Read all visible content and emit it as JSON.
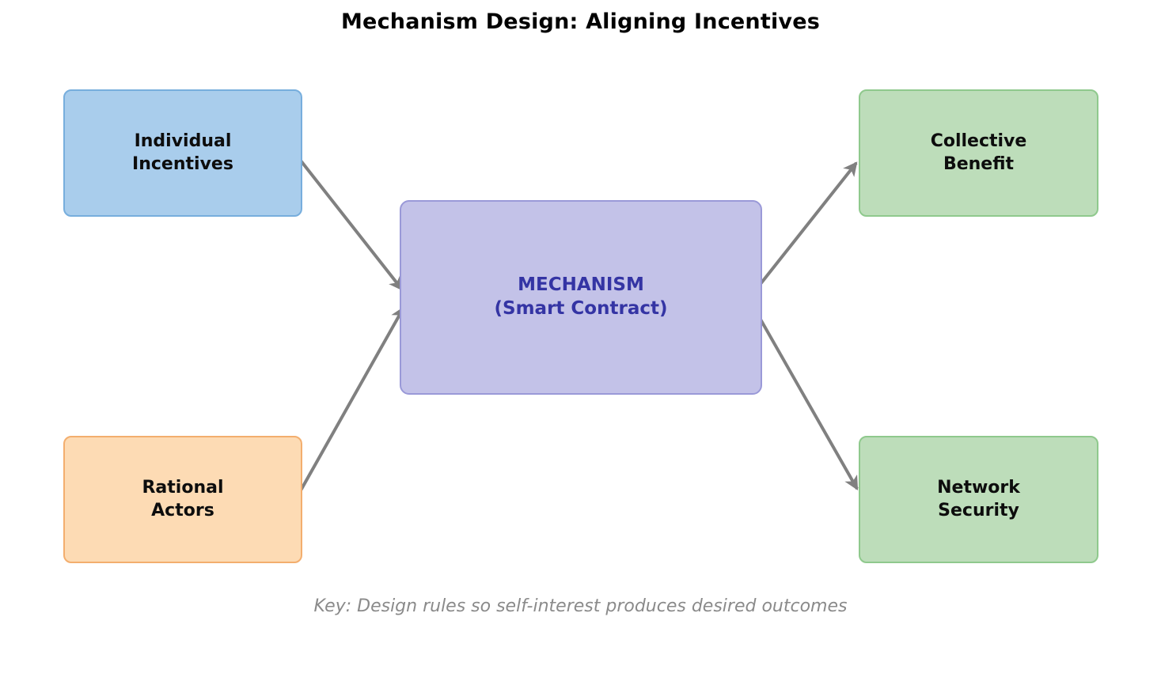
{
  "title": "Mechanism Design: Aligning Incentives",
  "caption": "Key: Design rules so self-interest produces desired outcomes",
  "nodes": {
    "individual": {
      "label": "Individual\nIncentives"
    },
    "rational": {
      "label": "Rational\nActors"
    },
    "mechanism": {
      "label": "MECHANISM\n(Smart Contract)"
    },
    "collective": {
      "label": "Collective\nBenefit"
    },
    "network": {
      "label": "Network\nSecurity"
    }
  },
  "edges": [
    {
      "from": "individual",
      "to": "mechanism"
    },
    {
      "from": "rational",
      "to": "mechanism"
    },
    {
      "from": "mechanism",
      "to": "collective"
    },
    {
      "from": "mechanism",
      "to": "network"
    }
  ],
  "colors": {
    "individual_fill": "#a9cdec",
    "individual_border": "#77aedd",
    "rational_fill": "#fddbb4",
    "rational_border": "#f3ae6e",
    "mechanism_fill": "#c3c2e8",
    "mechanism_border": "#9a99d8",
    "mechanism_text": "#3434a4",
    "benefit_fill": "#bdddba",
    "benefit_border": "#8fc98d",
    "arrow": "#808080",
    "title_text": "#000000",
    "caption_text": "#8a8a8a"
  }
}
